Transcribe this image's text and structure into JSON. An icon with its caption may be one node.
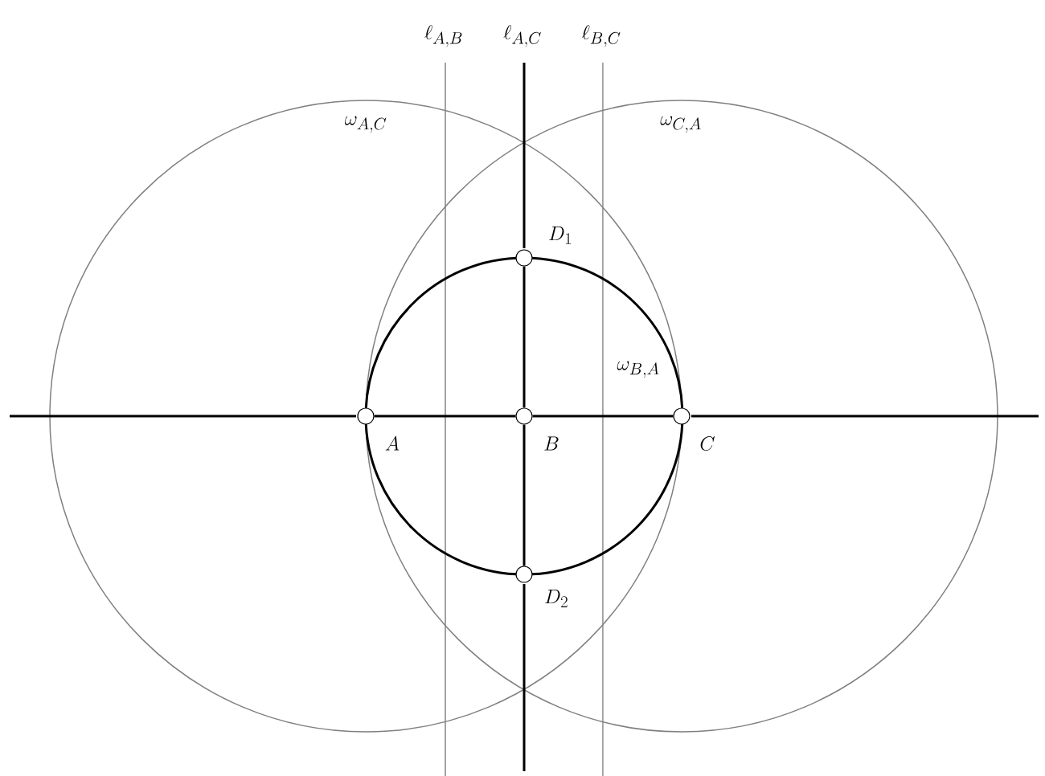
{
  "diagram": {
    "nodes": [
      {
        "text": [
          "D_1"
        ]
      },
      {
        "text": [
          "A"
        ]
      },
      {
        "text": [
          "B"
        ]
      },
      {
        "text": [
          "C"
        ]
      },
      {
        "text": [
          "D_2"
        ]
      }
    ],
    "edges": [
      {
        "from": 0,
        "to": 2,
        "arrow": "none"
      },
      {
        "from": 1,
        "to": 2,
        "arrow": "none"
      },
      {
        "from": 2,
        "to": 3,
        "arrow": "none"
      },
      {
        "from": 2,
        "to": 4,
        "arrow": "none"
      }
    ],
    "labels": [
      "\\ell_{A,B}",
      "\\ell_{A,C}",
      "\\ell_{B,C}",
      "\\omega_{A,C}",
      "\\omega_{C,A}",
      "\\omega_{B,A}"
    ]
  }
}
